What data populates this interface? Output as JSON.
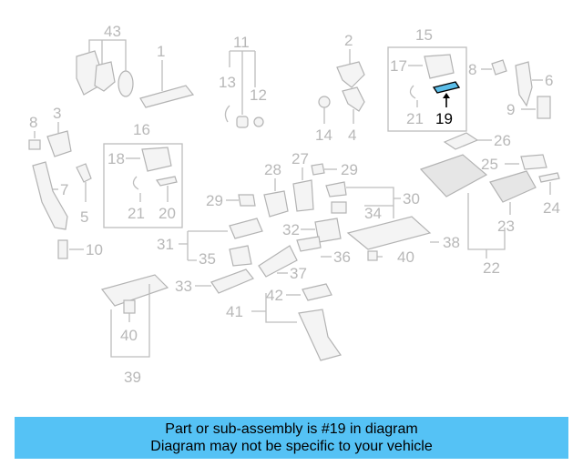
{
  "callouts": {
    "c1": "1",
    "c2": "2",
    "c3": "3",
    "c4": "4",
    "c5": "5",
    "c6": "6",
    "c7": "7",
    "c8a": "8",
    "c8b": "8",
    "c9": "9",
    "c10": "10",
    "c11": "11",
    "c12": "12",
    "c13": "13",
    "c14": "14",
    "c15": "15",
    "c16": "16",
    "c17": "17",
    "c18": "18",
    "c19": "19",
    "c20": "20",
    "c21a": "21",
    "c21b": "21",
    "c22": "22",
    "c23": "23",
    "c24": "24",
    "c25": "25",
    "c26": "26",
    "c27": "27",
    "c28": "28",
    "c29a": "29",
    "c29b": "29",
    "c30": "30",
    "c31": "31",
    "c32": "32",
    "c33": "33",
    "c34": "34",
    "c35": "35",
    "c36": "36",
    "c37": "37",
    "c38": "38",
    "c39": "39",
    "c40a": "40",
    "c40b": "40",
    "c41": "41",
    "c42": "42",
    "c43": "43"
  },
  "colors": {
    "highlight_part": "#5bbde8",
    "banner": "#55c2f5"
  },
  "banner": {
    "line1": "Part or sub-assembly is #19 in diagram",
    "line2": "Diagram may not be specific to your vehicle"
  }
}
